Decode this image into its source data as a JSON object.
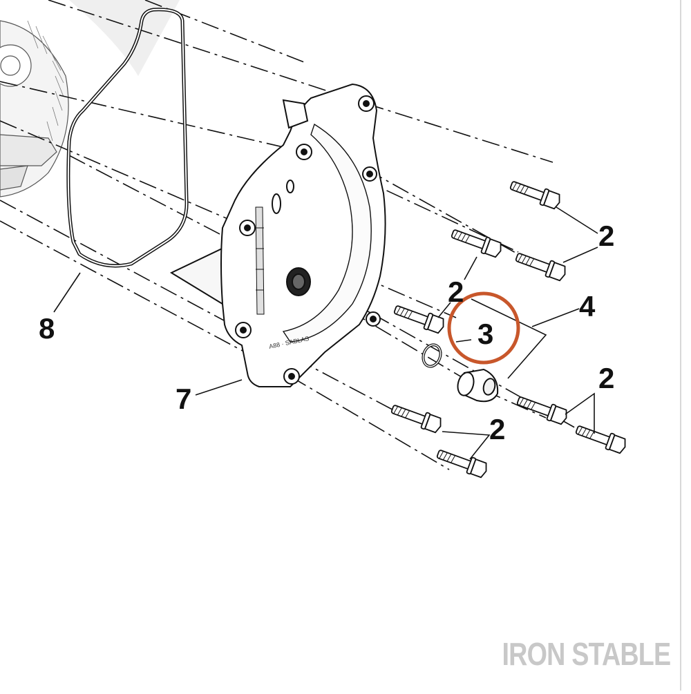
{
  "diagram": {
    "callouts": {
      "bolt_label_1": "2",
      "bolt_label_2": "2",
      "bolt_label_3": "2",
      "bolt_label_4": "2",
      "plug_label": "3",
      "assembly_label": "4",
      "cover_label": "7",
      "gasket_label": "8"
    },
    "highlight_color": "#C8572B",
    "line_color": "#111111"
  },
  "watermark": {
    "text": "IRON STABLE",
    "color": "#C8C8C8"
  }
}
